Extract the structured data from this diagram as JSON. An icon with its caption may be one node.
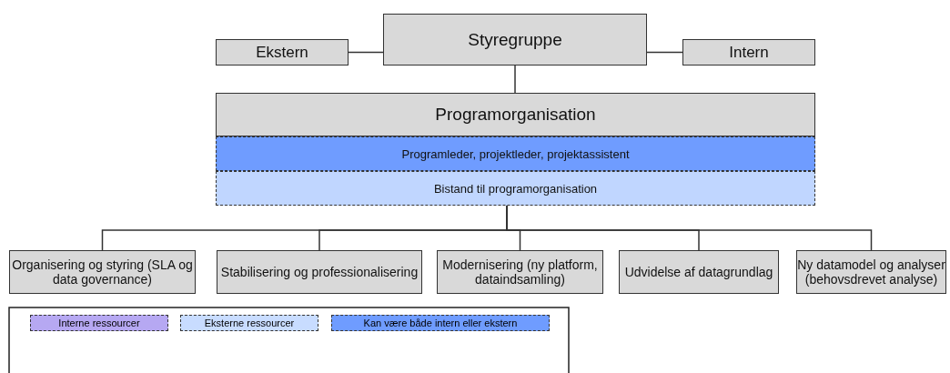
{
  "diagram": {
    "nodes": [
      {
        "text": [
          "Styregruppe"
        ]
      },
      {
        "text": [
          "Ekstern"
        ]
      },
      {
        "text": [
          "Intern"
        ]
      },
      {
        "text": [
          "Programorganisation"
        ]
      },
      {
        "text": [
          "Programleder, projektleder, projektassistent"
        ]
      },
      {
        "text": [
          "Bistand til programorganisation"
        ]
      },
      {
        "text": [
          "Organisering og styring (SLA og data governance)"
        ]
      },
      {
        "text": [
          "Stabilisering og professionalisering"
        ]
      },
      {
        "text": [
          "Modernisering (ny platform, dataindsamling)"
        ]
      },
      {
        "text": [
          "Udvidelse af datagrundlag"
        ]
      },
      {
        "text": [
          "Ny datamodel og analyser (behovsdrevet analyse)"
        ]
      }
    ],
    "edges": [
      {
        "from": 1,
        "to": 0,
        "arrow": "none"
      },
      {
        "from": 0,
        "to": 2,
        "arrow": "none"
      },
      {
        "from": 0,
        "to": 3,
        "arrow": "none"
      },
      {
        "from": 5,
        "to": 6,
        "arrow": "none"
      },
      {
        "from": 5,
        "to": 7,
        "arrow": "none"
      },
      {
        "from": 5,
        "to": 8,
        "arrow": "none"
      },
      {
        "from": 5,
        "to": 9,
        "arrow": "none"
      },
      {
        "from": 5,
        "to": 10,
        "arrow": "none"
      }
    ],
    "legend": [
      {
        "text": "Interne ressourcer",
        "color": "#b6a8f2"
      },
      {
        "text": "Eksterne ressourcer",
        "color": "#c8dcff"
      },
      {
        "text": "Kan være både intern eller ekstern",
        "color": "#6f9cff"
      }
    ]
  }
}
